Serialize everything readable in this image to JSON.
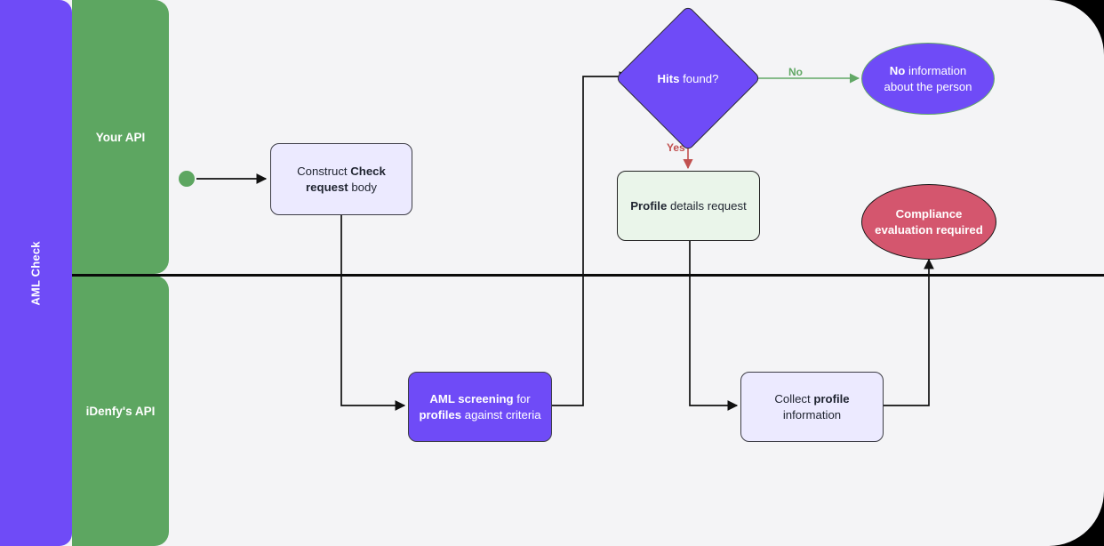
{
  "pool": {
    "title": "AML Check"
  },
  "lanes": [
    {
      "id": "your-api",
      "label": "Your API"
    },
    {
      "id": "idenfy-api",
      "label": "iDenfy's API"
    }
  ],
  "nodes": {
    "start": {
      "name": "start-event",
      "label": ""
    },
    "construct": {
      "label_prefix": "Construct ",
      "label_bold": "Check request",
      "label_suffix": " body",
      "shape": "rounded-rectangle",
      "fill": "#eceaff",
      "lane": "your-api"
    },
    "decision": {
      "label_bold": "Hits",
      "label_suffix": " found?",
      "shape": "diamond",
      "fill": "#6f4bf7",
      "lane": "your-api"
    },
    "no_info": {
      "label_bold": "No",
      "label_suffix": " information about the person",
      "shape": "ellipse",
      "fill": "#6f4bf7",
      "stroke": "#62a866",
      "lane": "your-api"
    },
    "profile_details": {
      "label_bold": "Profile",
      "label_suffix": " details request",
      "shape": "rounded-rectangle",
      "fill": "#eaf5ea",
      "lane": "your-api"
    },
    "compliance": {
      "label": "Compliance evaluation required",
      "shape": "ellipse",
      "fill": "#d4566e",
      "lane": "your-api"
    },
    "aml_screening": {
      "label_bold_1": "AML screening",
      "label_mid": " for ",
      "label_bold_2": "profiles",
      "label_suffix": " against criteria",
      "shape": "rounded-rectangle",
      "fill": "#6f4bf7",
      "lane": "idenfy-api"
    },
    "collect_profile": {
      "label_prefix": "Collect ",
      "label_bold": "profile",
      "label_suffix": " information",
      "shape": "rounded-rectangle",
      "fill": "#eceaff",
      "lane": "idenfy-api"
    }
  },
  "edge_labels": {
    "no": "No",
    "yes": "Yes"
  },
  "colors": {
    "pool_header": "#6f4bf7",
    "lane_header": "#5da661",
    "canvas": "#f4f4f6",
    "yes_edge": "#c1504f",
    "no_edge": "#62a866",
    "default_edge": "#111111"
  }
}
